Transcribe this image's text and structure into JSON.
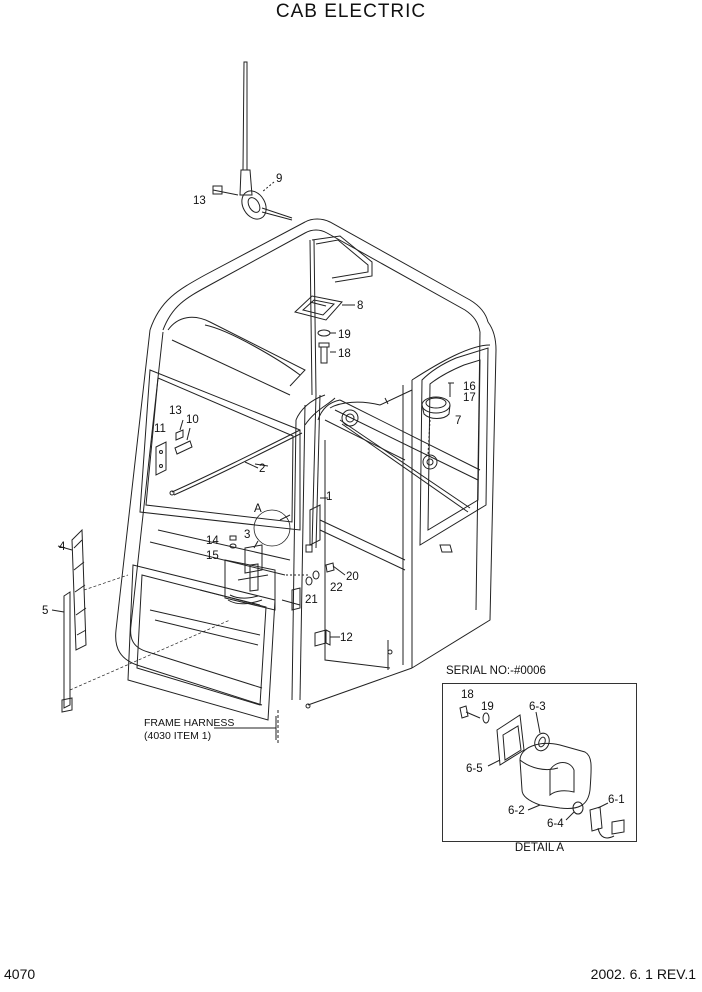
{
  "header": {
    "title": "CAB ELECTRIC"
  },
  "footer": {
    "page_number": "4070",
    "revision": "2002. 6. 1  REV.1"
  },
  "callouts": {
    "c13a": "13",
    "c9": "9",
    "c8": "8",
    "c19a": "19",
    "c18a": "18",
    "c16": "16",
    "c17": "17",
    "c7": "7",
    "c13b": "13",
    "c10": "10",
    "c11": "11",
    "c2": "2",
    "cA": "A",
    "c1": "1",
    "c14": "14",
    "c3": "3",
    "c15": "15",
    "c20": "20",
    "c22": "22",
    "c21": "21",
    "c4": "4",
    "c5": "5",
    "c12": "12"
  },
  "frame_harness": {
    "line1": "FRAME HARNESS",
    "line2": "(4030 ITEM 1)"
  },
  "detail": {
    "serial": "SERIAL NO:-#0006",
    "caption": "DETAIL A",
    "c18": "18",
    "c19": "19",
    "c6_3": "6-3",
    "c6_5": "6-5",
    "c6_2": "6-2",
    "c6_4": "6-4",
    "c6_1": "6-1"
  }
}
